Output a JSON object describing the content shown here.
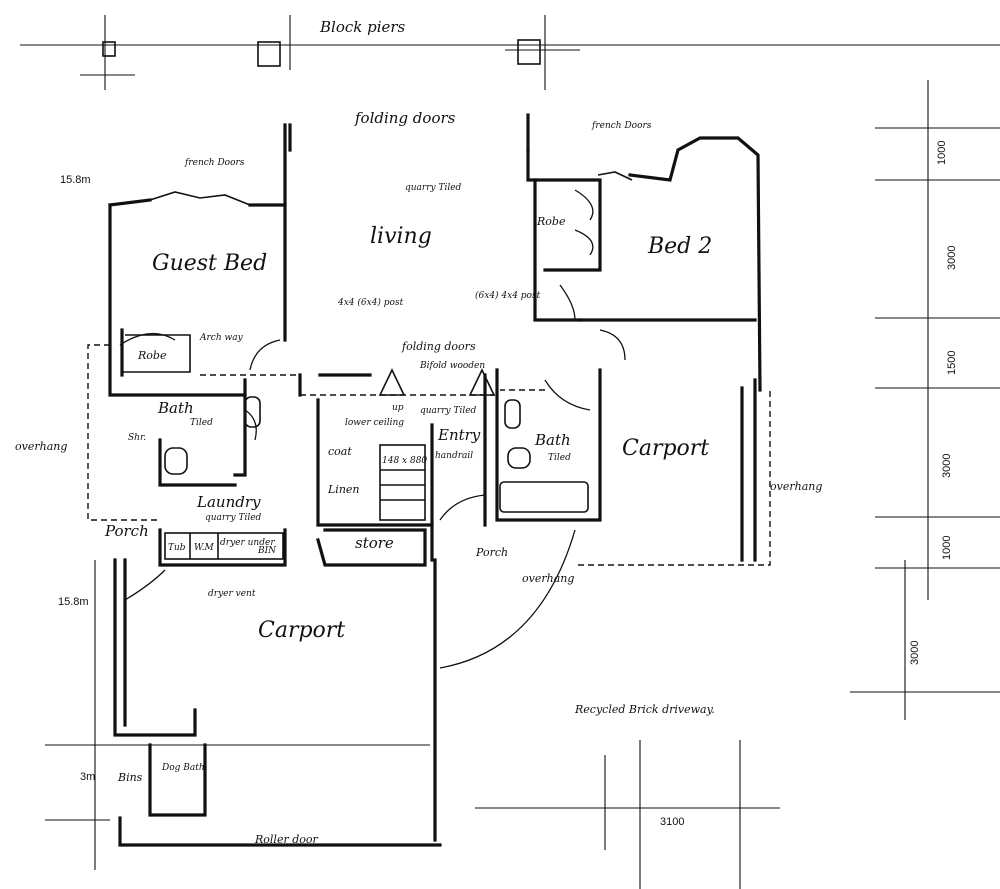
{
  "rooms": {
    "living": "living",
    "guest_bed": "Guest Bed",
    "bed2": "Bed 2",
    "carport_right": "Carport",
    "carport_main": "Carport",
    "laundry": "Laundry",
    "entry": "Entry",
    "bath_left": "Bath",
    "bath_right": "Bath",
    "store": "store",
    "robe_left": "Robe",
    "robe_right": "Robe",
    "porch_left": "Porch",
    "porch_right": "Porch",
    "linen": "Linen",
    "coat": "coat",
    "shr": "Shr.",
    "bins": "Bins",
    "dog_bath": "Dog Bath"
  },
  "notes": {
    "block_piers": "Block piers",
    "folding_doors_top": "folding doors",
    "french_doors_left": "french Doors",
    "french_doors_right": "french Doors",
    "quarry_tiled_living": "quarry Tiled",
    "quarry_tiled_entry": "quarry Tiled",
    "quarry_tiled_laundry": "quarry Tiled",
    "arch_way": "Arch way",
    "post_left": "4x4 (6x4) post",
    "post_right": "(6x4) 4x4 post",
    "folding_doors_mid": "folding doors",
    "bifold_wooden": "Bifold wooden",
    "tiled_left": "Tiled",
    "tiled_right": "Tiled",
    "lower_ceiling": "lower ceiling",
    "up": "up",
    "handrail": "handrail",
    "stair_size": "148 x 880",
    "overhang_left": "overhang",
    "overhang_right": "overhang",
    "overhang_porch": "overhang",
    "tub": "Tub",
    "wm": "W.M",
    "dryer_under": "dryer under",
    "bin": "BIN",
    "dryer_vent": "dryer vent",
    "recycled_brick": "Recycled Brick driveway.",
    "roller_door": "Roller door"
  },
  "dimensions": {
    "left_top": "15.8m",
    "left_mid": "15.8m",
    "left_bottom": "3m",
    "right_1": "1000",
    "right_2": "3000",
    "right_3": "1500",
    "right_4": "3000",
    "right_5": "1000",
    "right_6": "3000",
    "bottom": "3100"
  }
}
